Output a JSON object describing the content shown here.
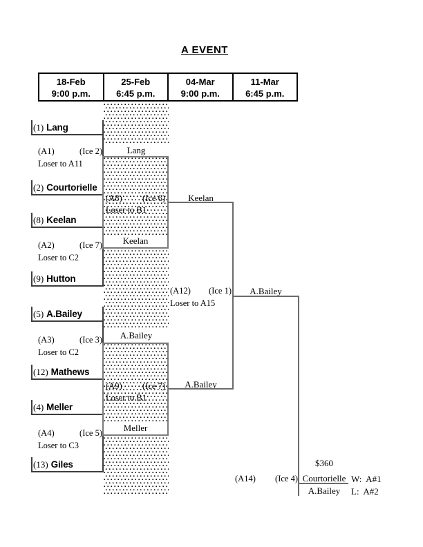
{
  "page_title": "A EVENT",
  "schedule": {
    "columns": [
      {
        "date": "18-Feb",
        "time": "9:00 p.m."
      },
      {
        "date": "25-Feb",
        "time": "6:45 p.m."
      },
      {
        "date": "04-Mar",
        "time": "9:00 p.m."
      },
      {
        "date": "11-Mar",
        "time": "6:45 p.m."
      }
    ]
  },
  "teams": [
    {
      "seed": "(1)",
      "name": "Lang"
    },
    {
      "seed": "(2)",
      "name": "Courtorielle"
    },
    {
      "seed": "(8)",
      "name": "Keelan"
    },
    {
      "seed": "(9)",
      "name": "Hutton"
    },
    {
      "seed": "(5)",
      "name": "A.Bailey"
    },
    {
      "seed": "(12)",
      "name": "Mathews"
    },
    {
      "seed": "(4)",
      "name": "Meller"
    },
    {
      "seed": "(13)",
      "name": "Giles"
    }
  ],
  "round1": [
    {
      "id": "(A1)",
      "ice": "(Ice 2)",
      "loser": "Loser to A11",
      "winner": "Lang"
    },
    {
      "id": "(A2)",
      "ice": "(Ice 7)",
      "loser": "Loser to C2",
      "winner": "Keelan"
    },
    {
      "id": "(A3)",
      "ice": "(Ice 3)",
      "loser": "Loser to C2",
      "winner": "A.Bailey"
    },
    {
      "id": "(A4)",
      "ice": "(Ice 5)",
      "loser": "Loser to C3",
      "winner": "Meller"
    }
  ],
  "round2": [
    {
      "id": "(A8)",
      "ice": "(Ice 6)",
      "loser": "Loser to B1",
      "winner": "Keelan"
    },
    {
      "id": "(A9)",
      "ice": "(Ice 7)",
      "loser": "Loser to B1",
      "winner": "A.Bailey"
    }
  ],
  "semifinal": {
    "id": "(A12)",
    "ice": "(Ice 1)",
    "loser": "Loser to A15",
    "winner": "A.Bailey"
  },
  "final": {
    "id": "(A14)",
    "ice": "(Ice 4)",
    "prize": "$360",
    "winner": "Courtorielle",
    "winner_result": "W:  A#1",
    "runner_up": "A.Bailey",
    "runner_up_result": "L:  A#2"
  }
}
